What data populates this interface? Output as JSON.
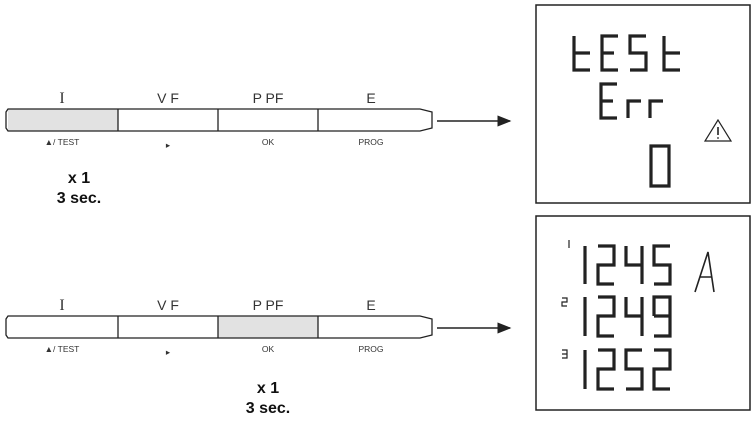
{
  "panel_top": {
    "labels_above": [
      "I",
      "V F",
      "P PF",
      "E"
    ],
    "labels_below": [
      "▲/ TEST",
      "▸",
      "OK",
      "PROG"
    ],
    "pressed_index": 0,
    "press_count": "x 1",
    "press_duration": "3 sec."
  },
  "panel_bottom": {
    "labels_above": [
      "I",
      "V F",
      "P PF",
      "E"
    ],
    "labels_below": [
      "▲/ TEST",
      "▸",
      "OK",
      "PROG"
    ],
    "pressed_index": 2,
    "press_count": "x 1",
    "press_duration": "3 sec."
  },
  "display_top": {
    "rows": [
      "tESt",
      "Err",
      "0"
    ],
    "warning_icon": "warning-triangle-icon"
  },
  "display_bottom": {
    "rows": [
      {
        "phase": "1",
        "value": "1245"
      },
      {
        "phase": "2",
        "value": "1249"
      },
      {
        "phase": "3",
        "value": "1252"
      }
    ],
    "unit": "A"
  },
  "colors": {
    "pressed_fill": "#e2e2e2",
    "stroke": "#222222"
  }
}
